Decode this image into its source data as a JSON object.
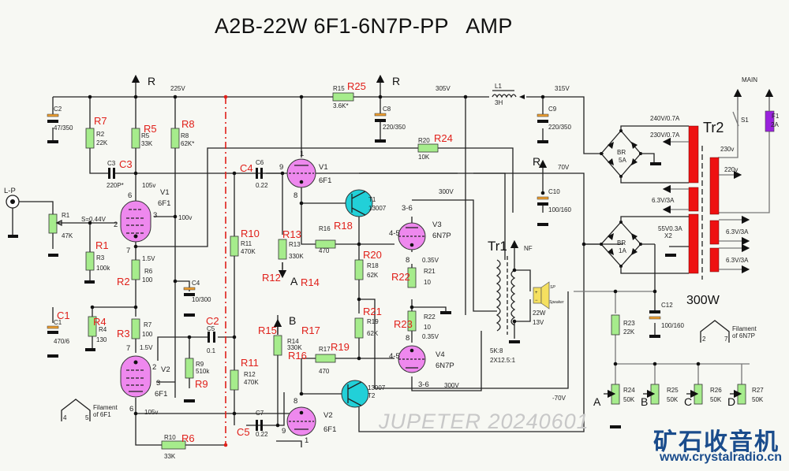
{
  "title": "A2B-22W 6F1-6N7P-PP   AMP",
  "watermark": "JUPETER 20240601",
  "logo": {
    "text": "矿石收音机",
    "url": "www.crystalradio.cn"
  },
  "power_rating": "300W",
  "voltages": {
    "v225": "225V",
    "v305": "305V",
    "v315": "315V",
    "v70": "70V",
    "v300a": "300V",
    "v300b": "300V",
    "v105a": "105v",
    "v105b": "105v",
    "v100": "100v",
    "v15a": "1.5V",
    "v15b": "1.5V",
    "v035a": "0.35V",
    "v035b": "0.35V",
    "vneg70": "-70V",
    "s044": "S=0.44V"
  },
  "rails": {
    "r1": "R",
    "r2": "R",
    "r3": "R",
    "a": "A",
    "b": "B"
  },
  "input": {
    "label": "L-P"
  },
  "resistors": {
    "R1": {
      "ref": "R1",
      "value": "47K",
      "alt": ""
    },
    "R2": {
      "ref": "R2",
      "value": "22K",
      "alt": "R7"
    },
    "R3": {
      "ref": "R3",
      "value": "100k",
      "alt": "R1"
    },
    "R4": {
      "ref": "R4",
      "value": "130",
      "alt": "R4"
    },
    "R5": {
      "ref": "R5",
      "value": "33K",
      "alt": "R5"
    },
    "R6": {
      "ref": "R6",
      "value": "100",
      "alt": "R2"
    },
    "R7": {
      "ref": "R7",
      "value": "100",
      "alt": "R3"
    },
    "R8": {
      "ref": "R8",
      "value": "62K*",
      "alt": "R8"
    },
    "R9": {
      "ref": "R9",
      "value": "510k",
      "alt": "R9"
    },
    "R10": {
      "ref": "R10",
      "value": "33K",
      "alt": "R6"
    },
    "R11": {
      "ref": "R11",
      "value": "470K",
      "alt": "R10"
    },
    "R12": {
      "ref": "R12",
      "value": "470K",
      "alt": "R11"
    },
    "R13": {
      "ref": "R13",
      "value": "330K",
      "alt": "R13"
    },
    "R14": {
      "ref": "R14",
      "value": "330K",
      "alt": "R15"
    },
    "R15": {
      "ref": "R15",
      "value": "3.6K*",
      "alt": "R25"
    },
    "R16": {
      "ref": "R16",
      "value": "470",
      "alt": "R18"
    },
    "R17": {
      "ref": "R17",
      "value": "470",
      "alt": "R19"
    },
    "R18": {
      "ref": "R18",
      "value": "62K",
      "alt": "R20"
    },
    "R19": {
      "ref": "R19",
      "value": "62K",
      "alt": "R21"
    },
    "R20": {
      "ref": "R20",
      "value": "10K",
      "alt": "R24"
    },
    "R21": {
      "ref": "R21",
      "value": "10",
      "alt": "R22"
    },
    "R22": {
      "ref": "R22",
      "value": "10",
      "alt": "R23"
    },
    "R23": {
      "ref": "R23",
      "value": "22K",
      "alt": ""
    },
    "R24": {
      "ref": "R24",
      "value": "50K",
      "alt": ""
    },
    "R25": {
      "ref": "R25",
      "value": "50K",
      "alt": ""
    },
    "R26": {
      "ref": "R26",
      "value": "50K",
      "alt": ""
    },
    "R27": {
      "ref": "R27",
      "value": "50K",
      "alt": ""
    }
  },
  "extra_red_labels": {
    "r12": "R12",
    "r14": "R14",
    "r16": "R16",
    "r17": "R17"
  },
  "capacitors": {
    "C1": {
      "ref": "C1",
      "value": "470/6",
      "alt": "C1"
    },
    "C2": {
      "ref": "C2",
      "value": "47/350",
      "alt": ""
    },
    "C3": {
      "ref": "C3",
      "value": "220P*",
      "alt": "C3"
    },
    "C4": {
      "ref": "C4",
      "value": "10/300",
      "alt": ""
    },
    "C5": {
      "ref": "C5",
      "value": "0.1",
      "alt": "C2"
    },
    "C6": {
      "ref": "C6",
      "value": "0.22",
      "alt": "C4"
    },
    "C7": {
      "ref": "C7",
      "value": "0.22",
      "alt": "C5"
    },
    "C8": {
      "ref": "C8",
      "value": "220/350",
      "alt": ""
    },
    "C9": {
      "ref": "C9",
      "value": "220/350",
      "alt": ""
    },
    "C10": {
      "ref": "C10",
      "value": "100/160",
      "alt": ""
    },
    "C12": {
      "ref": "C12",
      "value": "100/160",
      "alt": ""
    }
  },
  "tubes": {
    "V1a": {
      "ref": "V1",
      "type": "6F1",
      "pins": [
        "6",
        "3",
        "2",
        "7"
      ]
    },
    "V2a": {
      "ref": "V2",
      "type": "6F1",
      "pins": [
        "7",
        "2",
        "3",
        "6"
      ]
    },
    "V1b": {
      "ref": "V1",
      "type": "6F1",
      "pins": [
        "1",
        "9",
        "8"
      ]
    },
    "V2b": {
      "ref": "V2",
      "type": "6F1",
      "pins": [
        "8",
        "9",
        "1"
      ]
    },
    "V3": {
      "ref": "V3",
      "type": "6N7P",
      "pins": [
        "3-6",
        "4-5",
        "8"
      ]
    },
    "V4": {
      "ref": "V4",
      "type": "6N7P",
      "pins": [
        "8",
        "4-5",
        "3-6"
      ]
    }
  },
  "transistors": {
    "T1": {
      "ref": "T1",
      "type": "13007"
    },
    "T2": {
      "ref": "T2",
      "type": "13007"
    }
  },
  "inductor": {
    "ref": "L1",
    "value": "3H"
  },
  "output_transformer": {
    "ref": "Tr1",
    "ratio": "5K:8",
    "turns": "2X12.5:1",
    "nf": "NF",
    "power": "22W",
    "voltage": "13V",
    "sp": "SP",
    "speaker": "Speaker"
  },
  "power_transformer": {
    "ref": "Tr2",
    "taps": [
      "240V/0.7A",
      "230V/0.7A",
      "6.3V/3A",
      "55V0.3A",
      "X2",
      "230v",
      "220v",
      "6.3V/3A",
      "6.3V/3A"
    ]
  },
  "bridges": [
    {
      "ref": "BR",
      "rating": "5A"
    },
    {
      "ref": "BR",
      "rating": "1A"
    }
  ],
  "switch": {
    "ref": "S1"
  },
  "fuse": {
    "ref": "F1",
    "rating": "2A"
  },
  "mains": "MAIN",
  "filaments": [
    {
      "label": "Filament",
      "tube": "of 6F1",
      "pins": [
        "4",
        "5"
      ]
    },
    {
      "label": "Filament",
      "tube": "of 6N7P",
      "pins": [
        "2",
        "7"
      ]
    }
  ],
  "bias_pots": [
    "A",
    "B",
    "C",
    "D"
  ]
}
